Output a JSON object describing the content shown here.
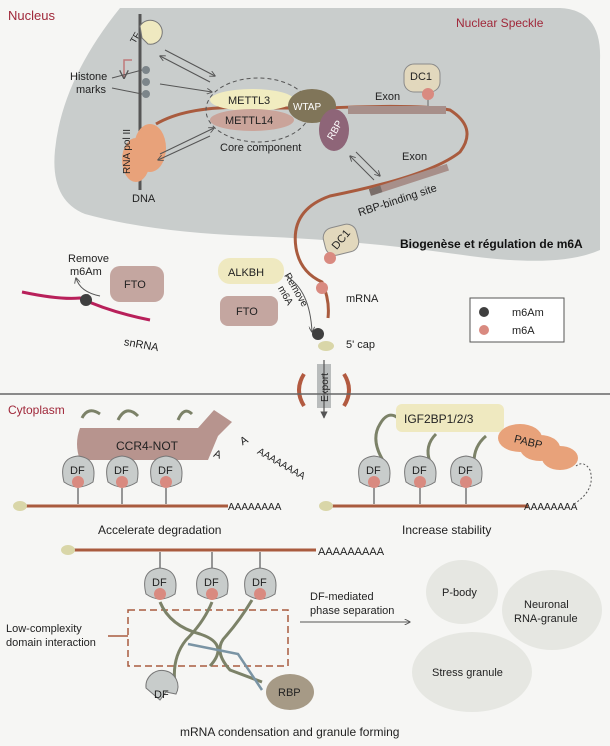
{
  "regions": {
    "nucleus": "Nucleus",
    "nuclear_speckle": "Nuclear Speckle",
    "cytoplasm": "Cytoplasm"
  },
  "title": "Biogenèse et régulation de m6A",
  "labels": {
    "tf": "TF",
    "histone_marks": "Histone\nmarks",
    "rna_pol_ii": "RNA pol II",
    "dna": "DNA",
    "mettl3": "METTL3",
    "mettl14": "METTL14",
    "wtap": "WTAP",
    "core_component": "Core component",
    "rbp": "RBP",
    "dc1": "DC1",
    "exon": "Exon",
    "rbp_binding_site": "RBP-binding site",
    "remove_m6am": "Remove\nm6Am",
    "fto": "FTO",
    "snrna": "snRNA",
    "alkbh": "ALKBH",
    "remove_m6a": "Remove\nm6A",
    "mrna": "mRNA",
    "five_cap": "5' cap",
    "export": "Export",
    "ccr4_not": "CCR4-NOT",
    "df": "DF",
    "a": "A",
    "poly_a": "AAAAAAAA",
    "poly_a_long": "AAAAAAAAA",
    "accelerate_degradation": "Accelerate degradation",
    "igf2bp": "IGF2BP1/2/3",
    "pabp": "PABP",
    "increase_stability": "Increase stability",
    "df_phase": "DF-mediated\nphase separation",
    "low_complexity": "Low-complexity\ndomain interaction",
    "p_body": "P-body",
    "neuronal_granule": "Neuronal\nRNA-granule",
    "stress_granule": "Stress granule",
    "condensation": "mRNA condensation and granule forming"
  },
  "legend": [
    {
      "label": "m6Am",
      "color": "#3f3f3f"
    },
    {
      "label": "m6A",
      "color": "#d98a80"
    }
  ],
  "colors": {
    "nucleus_fill": "#c9cdcc",
    "region_label": "#a0283a",
    "rna_strand": "#a95b3e",
    "snrna_strand": "#b8205a",
    "df_fill": "#c8cccb",
    "m6a": "#d98a80",
    "m6am": "#3f3f3f"
  }
}
